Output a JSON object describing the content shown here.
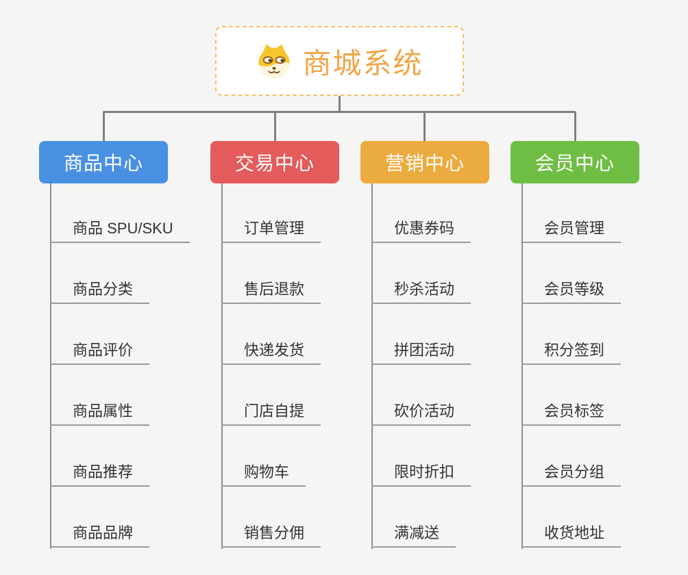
{
  "root": {
    "title": "商城系统",
    "icon": "dog-face-icon",
    "accent_color": "#f0a548",
    "border_color": "#f3c06b"
  },
  "branches": [
    {
      "label": "商品中心",
      "color": "#4a90e2",
      "children": [
        "商品 SPU/SKU",
        "商品分类",
        "商品评价",
        "商品属性",
        "商品推荐",
        "商品品牌"
      ]
    },
    {
      "label": "交易中心",
      "color": "#e45b5b",
      "children": [
        "订单管理",
        "售后退款",
        "快递发货",
        "门店自提",
        "购物车",
        "销售分佣"
      ]
    },
    {
      "label": "营销中心",
      "color": "#ecab3f",
      "children": [
        "优惠券码",
        "秒杀活动",
        "拼团活动",
        "砍价活动",
        "限时折扣",
        "满减送"
      ]
    },
    {
      "label": "会员中心",
      "color": "#6fbe44",
      "children": [
        "会员管理",
        "会员等级",
        "积分签到",
        "会员标签",
        "会员分组",
        "收货地址"
      ]
    }
  ],
  "colors": {
    "background": "#f5f5f4",
    "connector": "#7f7f7f",
    "child_text": "#333333",
    "child_underline": "#9a9a9a"
  }
}
